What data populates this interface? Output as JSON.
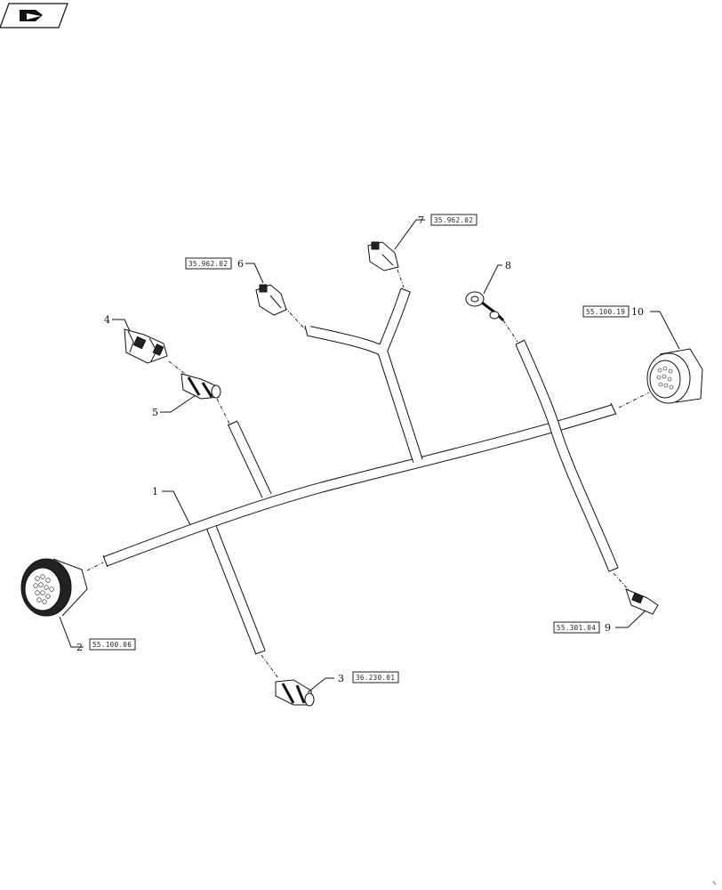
{
  "nav_icon": {
    "name": "open-book-icon"
  },
  "callouts": {
    "c1": "1",
    "c2": "2",
    "c3": "3",
    "c4": "4",
    "c5": "5",
    "c6": "6",
    "c7": "7",
    "c8": "8",
    "c9": "9",
    "c10": "10"
  },
  "references": {
    "r2": "55.100.06",
    "r3": "36.230.01",
    "r6": "35.962.02",
    "r7": "35.962.02",
    "r9": "55.301.04",
    "r10": "55.100.19"
  }
}
